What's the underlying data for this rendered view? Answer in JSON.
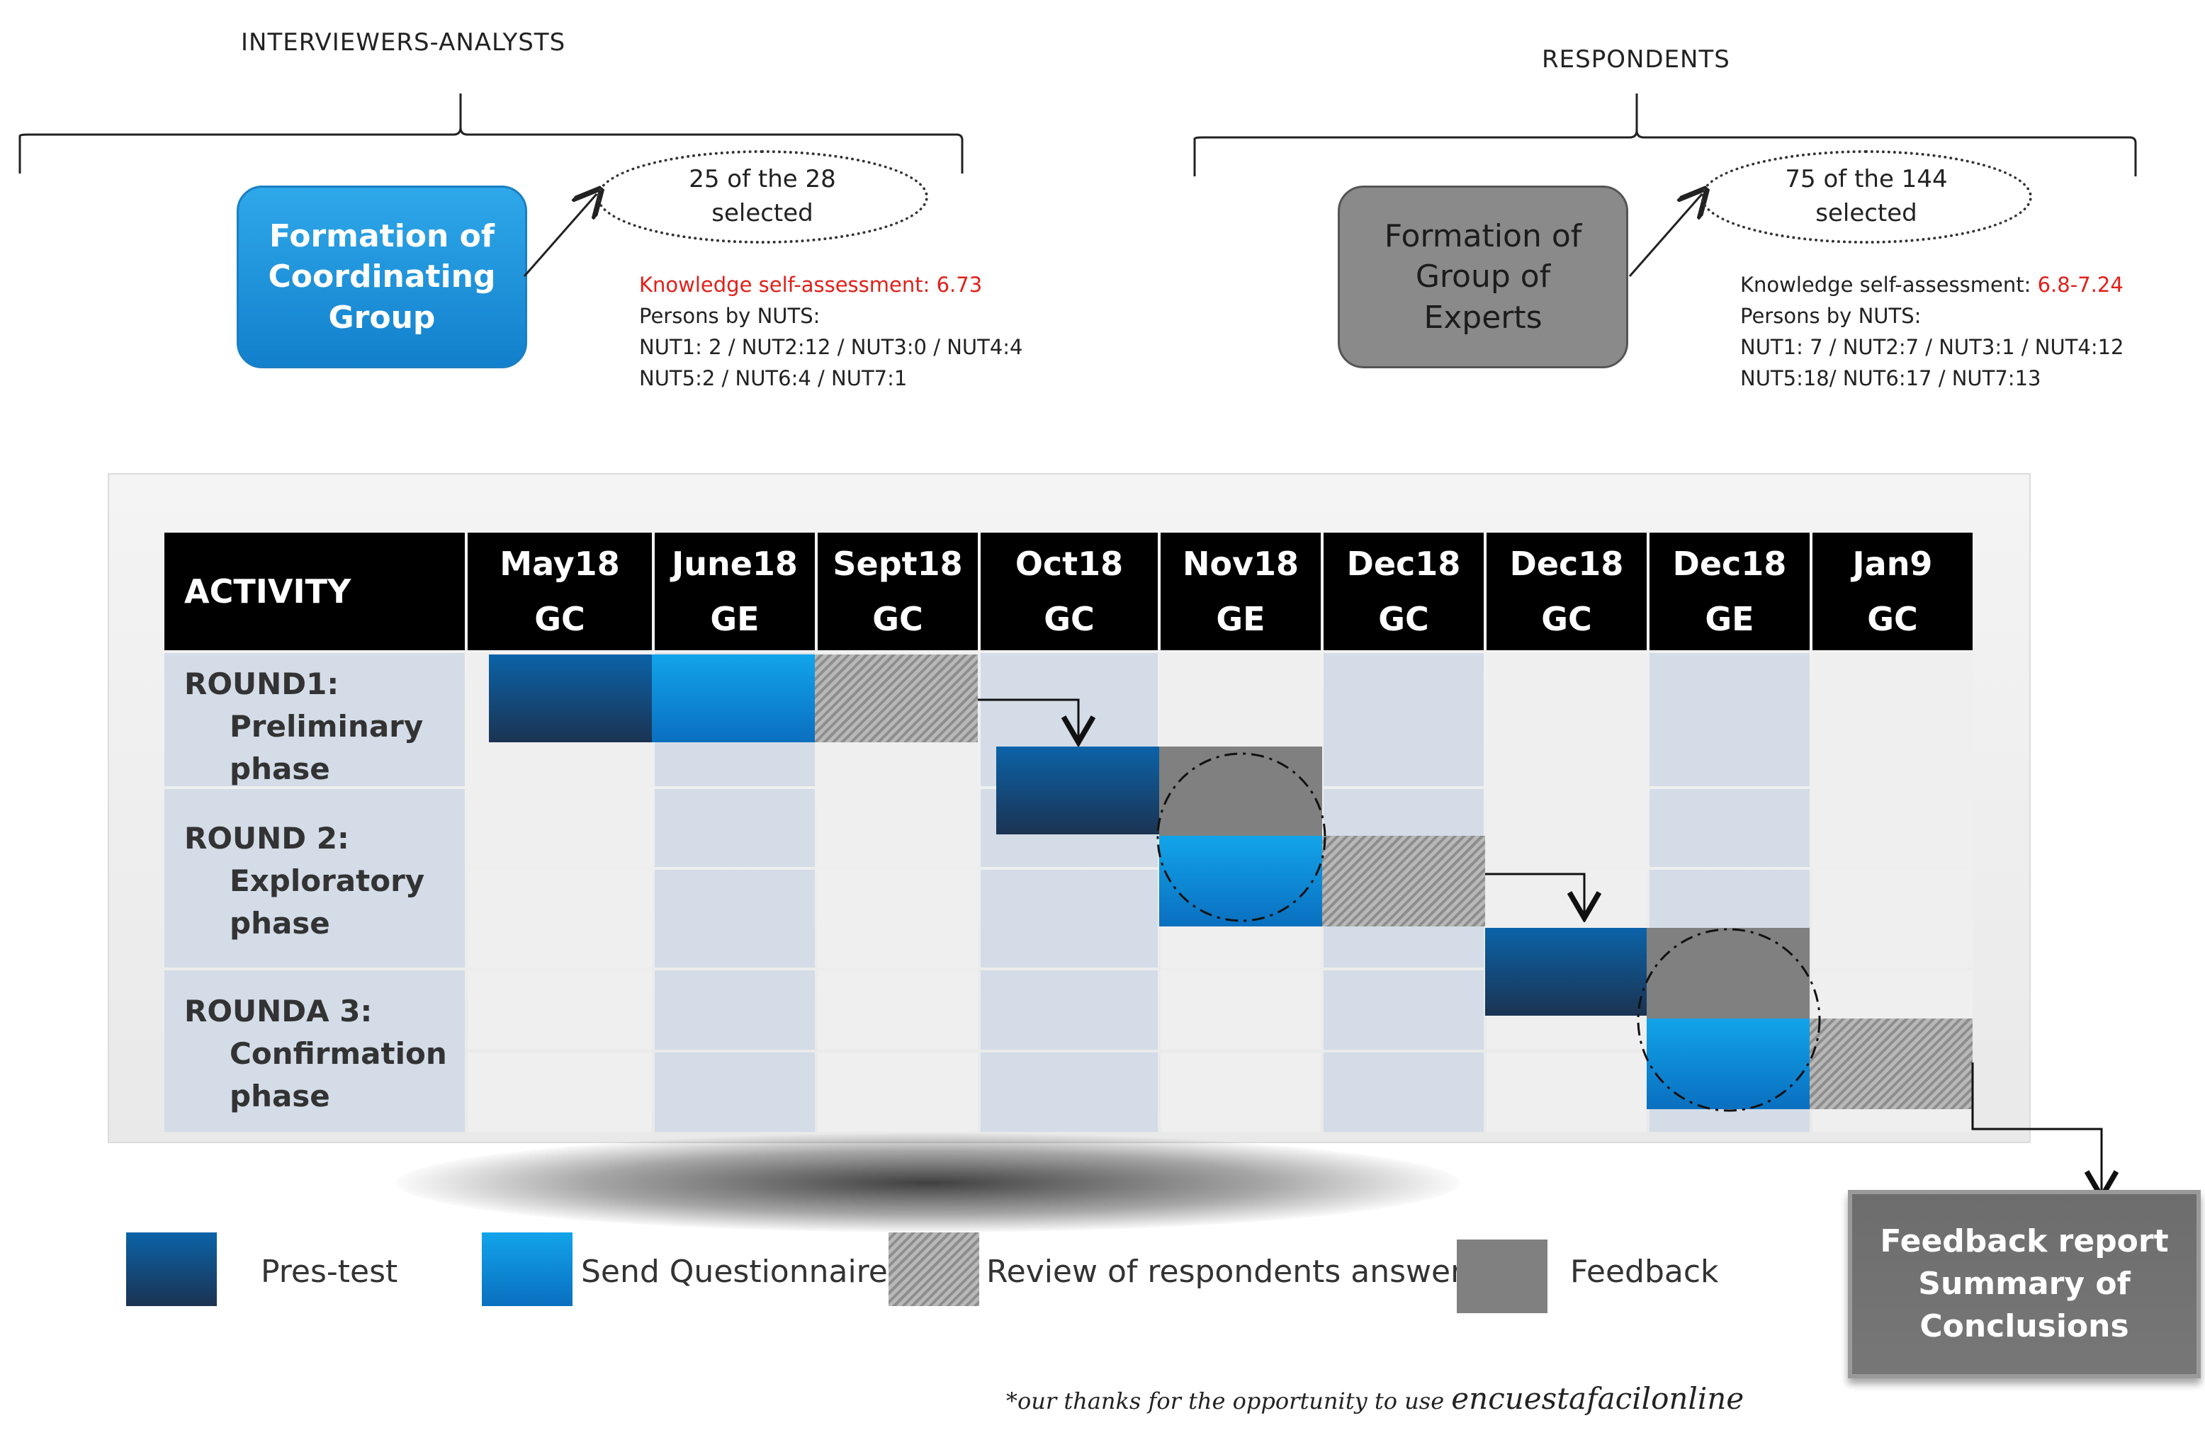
{
  "headers": {
    "left": "INTERVIEWERS-ANALYSTS",
    "right": "RESPONDENTS"
  },
  "left_group": {
    "box": "Formation of\nCoordinating\nGroup",
    "selected": "25 of the 28\nselected",
    "knowledge_label": "Knowledge self-assessment: ",
    "knowledge_value": "6.73",
    "persons_label": "Persons by NUTS:",
    "nuts_line1": "NUT1: 2 / NUT2:12 / NUT3:0 / NUT4:4",
    "nuts_line2": "NUT5:2 / NUT6:4 / NUT7:1"
  },
  "right_group": {
    "box": "Formation of\nGroup of\nExperts",
    "selected": "75 of the 144\nselected",
    "knowledge_label": "Knowledge self-assessment: ",
    "knowledge_value": "6.8-7.24",
    "persons_label": "Persons by NUTS:",
    "nuts_line1": "NUT1: 7 / NUT2:7 / NUT3:1 / NUT4:12",
    "nuts_line2": "NUT5:18/ NUT6:17 / NUT7:13"
  },
  "table": {
    "activity_header": "ACTIVITY",
    "columns": [
      {
        "month": "May18",
        "group": "GC"
      },
      {
        "month": "June18",
        "group": "GE"
      },
      {
        "month": "Sept18",
        "group": "GC"
      },
      {
        "month": "Oct18",
        "group": "GC"
      },
      {
        "month": "Nov18",
        "group": "GE"
      },
      {
        "month": "Dec18",
        "group": "GC"
      },
      {
        "month": "Dec18",
        "group": "GC"
      },
      {
        "month": "Dec18",
        "group": "GE"
      },
      {
        "month": "Jan9",
        "group": "GC"
      }
    ],
    "rounds": [
      {
        "title": "ROUND1:",
        "line2": "Preliminary",
        "line3": "phase"
      },
      {
        "title": "ROUND 2:",
        "line2": "Exploratory",
        "line3": "phase"
      },
      {
        "title": "ROUNDA 3:",
        "line2": "Confirmation",
        "line3": "phase"
      }
    ]
  },
  "legend": {
    "pretest": "Pres-test",
    "send": "Send Questionnaires",
    "review": "Review of respondents answers",
    "feedback": "Feedback"
  },
  "final_box": "Feedback report\nSummary of\nConclusions",
  "footnote": {
    "text": "*our thanks for the opportunity to use ",
    "brand": "encuestafacilonline"
  },
  "colors": {
    "pretest": "#0b63a8",
    "send": "#12a4ea",
    "feedback": "#808080",
    "highlight": "#e0201a"
  }
}
